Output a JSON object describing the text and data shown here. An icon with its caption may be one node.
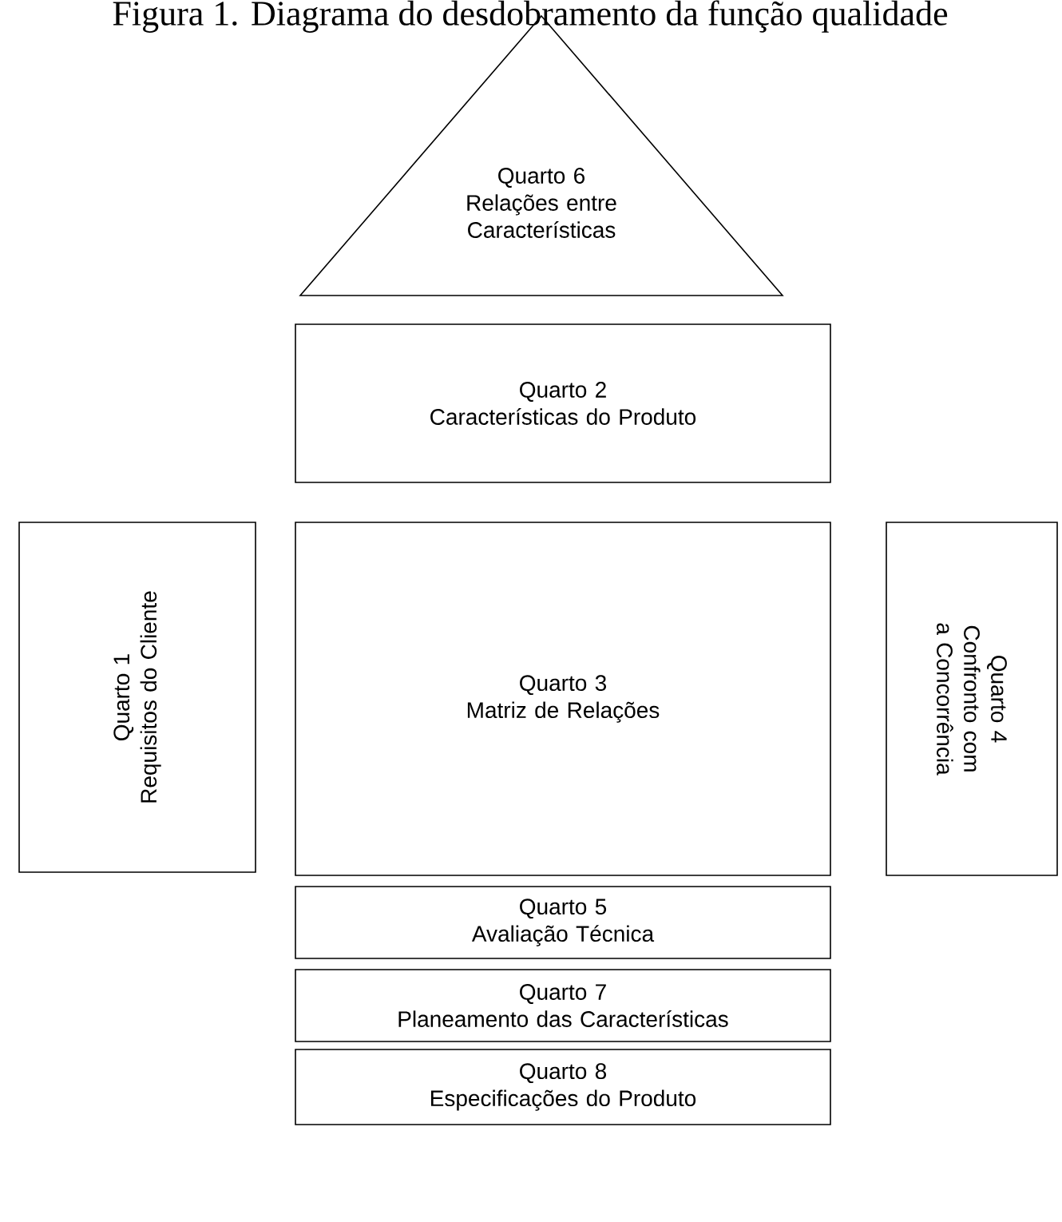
{
  "diagram": {
    "title": "Figura 1. Diagrama do desdobramento da função qualidade",
    "nodes": [
      {
        "text": [
          "Quarto 6",
          "Relações entre Características"
        ]
      },
      {
        "text": [
          "Quarto 2",
          "Características do Produto"
        ]
      },
      {
        "text": [
          "Quarto 1",
          "Requisitos do Cliente"
        ]
      },
      {
        "text": [
          "Quarto 3",
          "Matriz de Relações"
        ]
      },
      {
        "text": [
          "Quarto 4",
          "Confronto com a Concorrência"
        ]
      },
      {
        "text": [
          "Quarto 5",
          "Avaliação Técnica"
        ]
      },
      {
        "text": [
          "Quarto 7",
          "Planeamento das Características"
        ]
      },
      {
        "text": [
          "Quarto 8",
          "Especificações do Produto"
        ]
      }
    ]
  }
}
